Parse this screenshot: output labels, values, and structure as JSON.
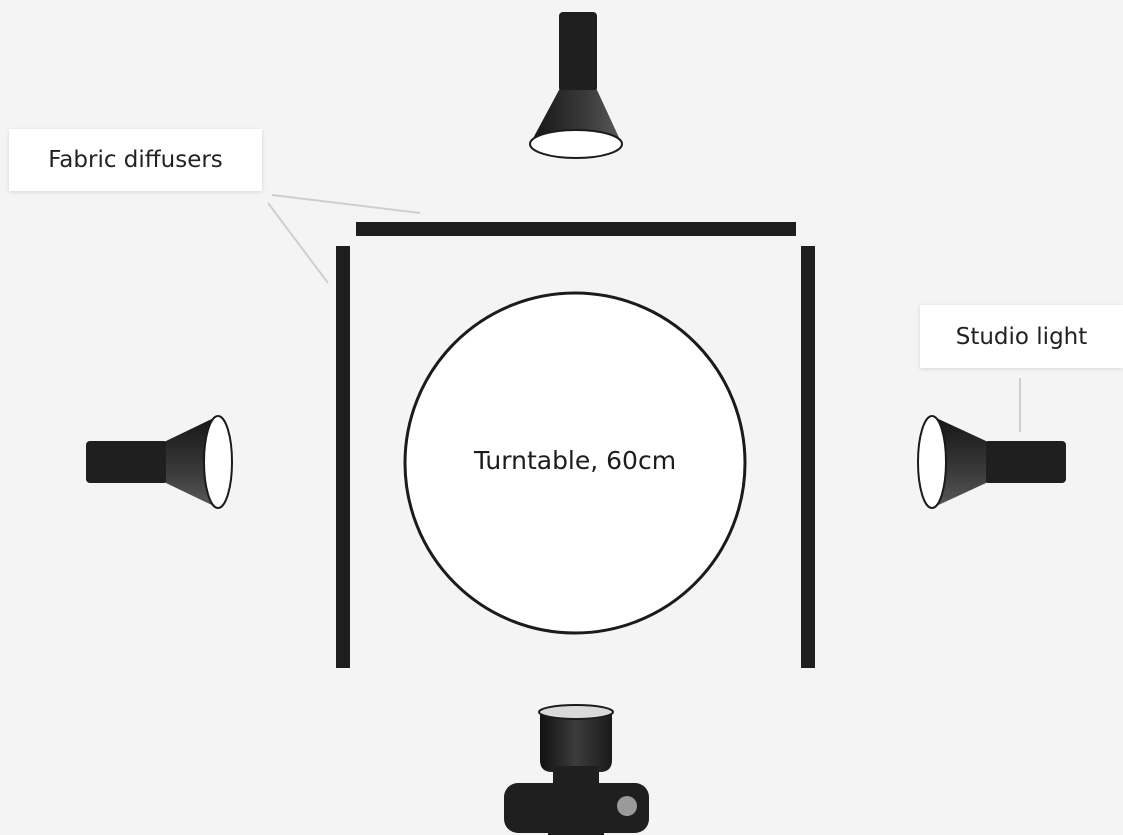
{
  "labels": {
    "fabric_diffusers": "Fabric diffusers",
    "studio_light": "Studio light",
    "turntable": "Turntable, 60cm"
  },
  "icons": {
    "lights": [
      "studio-light-top-icon",
      "studio-light-left-icon",
      "studio-light-right-icon"
    ],
    "camera": "camera-icon"
  },
  "colors": {
    "background": "#f4f4f4",
    "fixture": "#1f1f1f",
    "panel": "#1e1e1e",
    "turntable_fill": "#ffffff",
    "leader_line": "#cfcfcf"
  }
}
